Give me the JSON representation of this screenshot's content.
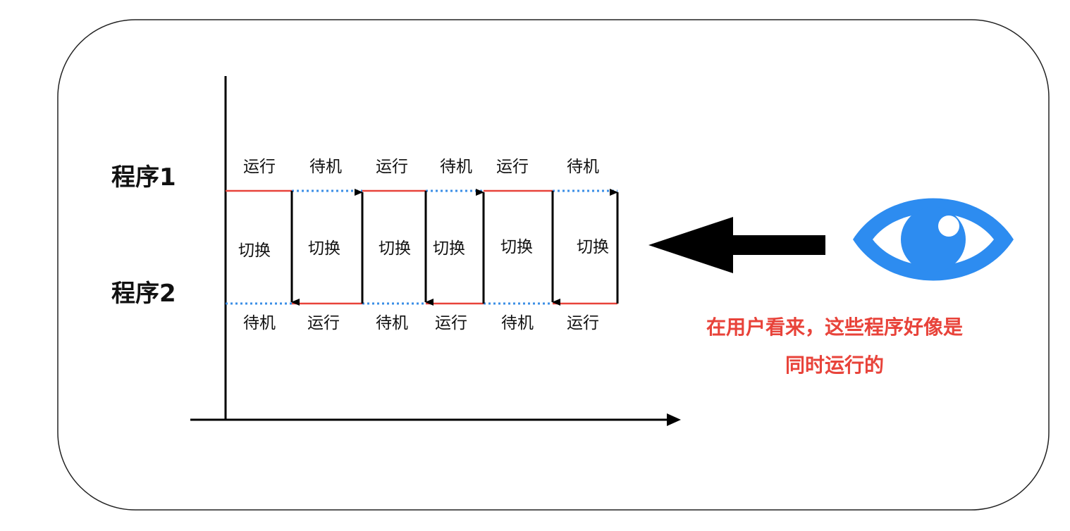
{
  "programs": {
    "program1": "程序1",
    "program2": "程序2"
  },
  "top_states": [
    "运行",
    "待机",
    "运行",
    "待机",
    "运行",
    "待机"
  ],
  "bottom_states": [
    "待机",
    "运行",
    "待机",
    "运行",
    "待机",
    "运行"
  ],
  "switch_labels": [
    "切换",
    "切换",
    "切换",
    "切换",
    "切换",
    "切换"
  ],
  "caption": {
    "line1": "在用户看来，这些程序好像是",
    "line2": "同时运行的"
  },
  "colors": {
    "running": "#e8433a",
    "idle": "#3a8ee6",
    "eye": "#2d8cf0",
    "caption": "#e8433a",
    "ink": "#000000"
  },
  "icons": {
    "eye": "eye-icon",
    "big_arrow": "arrow-left-icon"
  }
}
